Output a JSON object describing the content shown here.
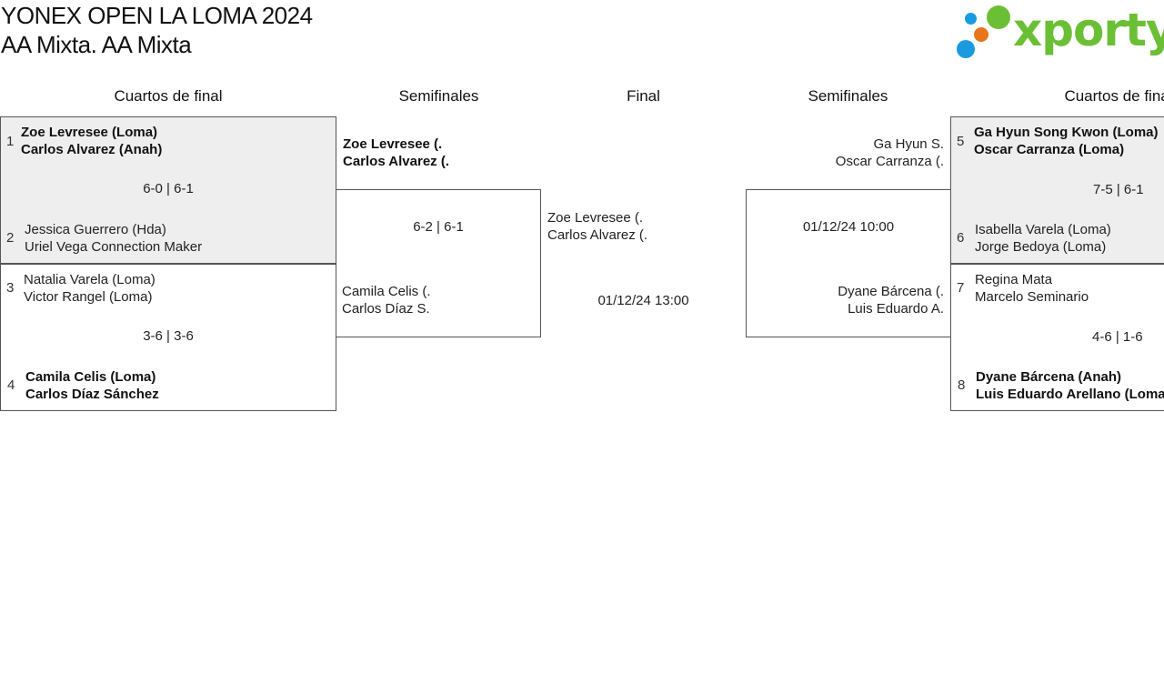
{
  "header": {
    "title": "YONEX OPEN LA LOMA 2024",
    "subtitle": "AA Mixta. AA Mixta"
  },
  "logo": {
    "text": "xporty",
    "colors": {
      "green": "#6bbf35",
      "blue": "#1a9be0",
      "orange": "#e8751a"
    }
  },
  "rounds": {
    "left_qf": "Cuartos de final",
    "left_sf": "Semifinales",
    "final": "Final",
    "right_sf": "Semifinales",
    "right_qf": "Cuartos de final"
  },
  "left_qf": [
    {
      "seed_a": "1",
      "a1": "Zoe Levresee (Loma)",
      "a2": "Carlos Alvarez (Anah)",
      "score": "6-0 | 6-1",
      "seed_b": "2",
      "b1": "Jessica Guerrero (Hda)",
      "b2": "Uriel Vega Connection Maker"
    },
    {
      "seed_a": "3",
      "a1": "Natalia Varela (Loma)",
      "a2": "Victor Rangel (Loma)",
      "score": "3-6 | 3-6",
      "seed_b": "4",
      "b1": "Camila Celis (Loma)",
      "b2": "Carlos Díaz Sánchez"
    }
  ],
  "right_qf": [
    {
      "seed_a": "5",
      "a1": "Ga Hyun Song Kwon (Loma)",
      "a2": "Oscar Carranza (Loma)",
      "score": "7-5 | 6-1",
      "seed_b": "6",
      "b1": "Isabella Varela (Loma)",
      "b2": "Jorge Bedoya (Loma)"
    },
    {
      "seed_a": "7",
      "a1": "Regina Mata",
      "a2": "Marcelo Seminario",
      "score": "4-6 | 1-6",
      "seed_b": "8",
      "b1": "Dyane Bárcena (Anah)",
      "b2": "Luis Eduardo Arellano (Loma)"
    }
  ],
  "left_sf": {
    "a1": "Zoe Levresee (.",
    "a2": "Carlos Alvarez (.",
    "score": "6-2 | 6-1",
    "b1": "Camila Celis (.",
    "b2": "Carlos Díaz S."
  },
  "right_sf": {
    "a1": "Ga Hyun S.",
    "a2": "Oscar Carranza (.",
    "time": "01/12/24 10:00",
    "b1": "Dyane Bárcena (.",
    "b2": "Luis Eduardo A."
  },
  "final": {
    "a1": "Zoe Levresee (.",
    "a2": "Carlos Alvarez (.",
    "time": "01/12/24 13:00"
  }
}
